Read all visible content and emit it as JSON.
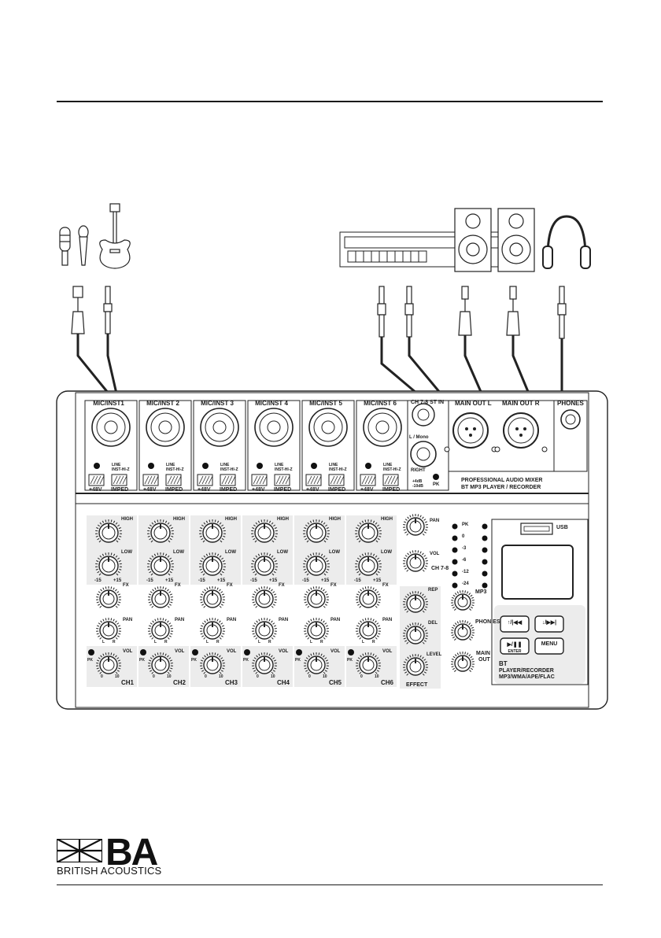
{
  "channels": [
    {
      "input_label": "MIC/INST1",
      "ch_label": "CH1"
    },
    {
      "input_label": "MIC/INST 2",
      "ch_label": "CH2"
    },
    {
      "input_label": "MIC/INST 3",
      "ch_label": "CH3"
    },
    {
      "input_label": "MIC/INST 4",
      "ch_label": "CH4"
    },
    {
      "input_label": "MIC/INST 5",
      "ch_label": "CH5"
    },
    {
      "input_label": "MIC/INST 6",
      "ch_label": "CH6"
    }
  ],
  "channel_strip": {
    "phantom_button": "+48V",
    "imped_button": "IMPED",
    "line_text": "LINE",
    "insthiz_text": "INST-HI-Z",
    "high_label": "HIGH",
    "low_label": "LOW",
    "fx_label": "FX",
    "pan_label": "PAN",
    "vol_label": "VOL",
    "pk_label": "PK",
    "eq_min": "-15",
    "eq_max": "+15",
    "gain_min": "0",
    "gain_max": "10",
    "pan_l": "L",
    "pan_r": "R"
  },
  "stereo_section": {
    "input_label": "CH 7-8 ST IN",
    "lmono_label": "L / Mono",
    "right_label": "RIGHT",
    "level_hi": "+4dB",
    "level_lo": "-10dB",
    "pk_label": "PK",
    "pan_label": "PAN",
    "vol_label": "VOL",
    "ch_label": "CH 7-8"
  },
  "effect_section": {
    "rep_label": "REP",
    "del_label": "DEL",
    "level_label": "LEVEL",
    "effect_label": "EFFECT"
  },
  "outputs": {
    "main_out_l": "MAIN OUT L",
    "main_out_r": "MAIN OUT R",
    "phones": "PHONES"
  },
  "mixer_title": {
    "line1": "PROFESSIONAL AUDIO MIXER",
    "line2": "BT MP3 PLAYER / RECORDER"
  },
  "meter": {
    "labels": [
      "PK",
      "0",
      "-3",
      "-6",
      "-12",
      "-24"
    ]
  },
  "master": {
    "mp3_label": "MP3",
    "phones_label": "PHON ES",
    "main_label": "MAIN",
    "out_label": "OUT"
  },
  "player": {
    "usb_label": "USB",
    "btn_prev": "↑/|◀◀",
    "btn_next": "↓/▶▶|",
    "btn_play": "▶/❚❚",
    "btn_enter": "ENTER",
    "btn_menu": "MENU",
    "title": "BT",
    "desc1": "PLAYER/RECORDER",
    "desc2": "MP3/WMA/APE/FLAC"
  },
  "brand": {
    "letters": "BA",
    "name": "BRITISH ACOUSTICS"
  }
}
